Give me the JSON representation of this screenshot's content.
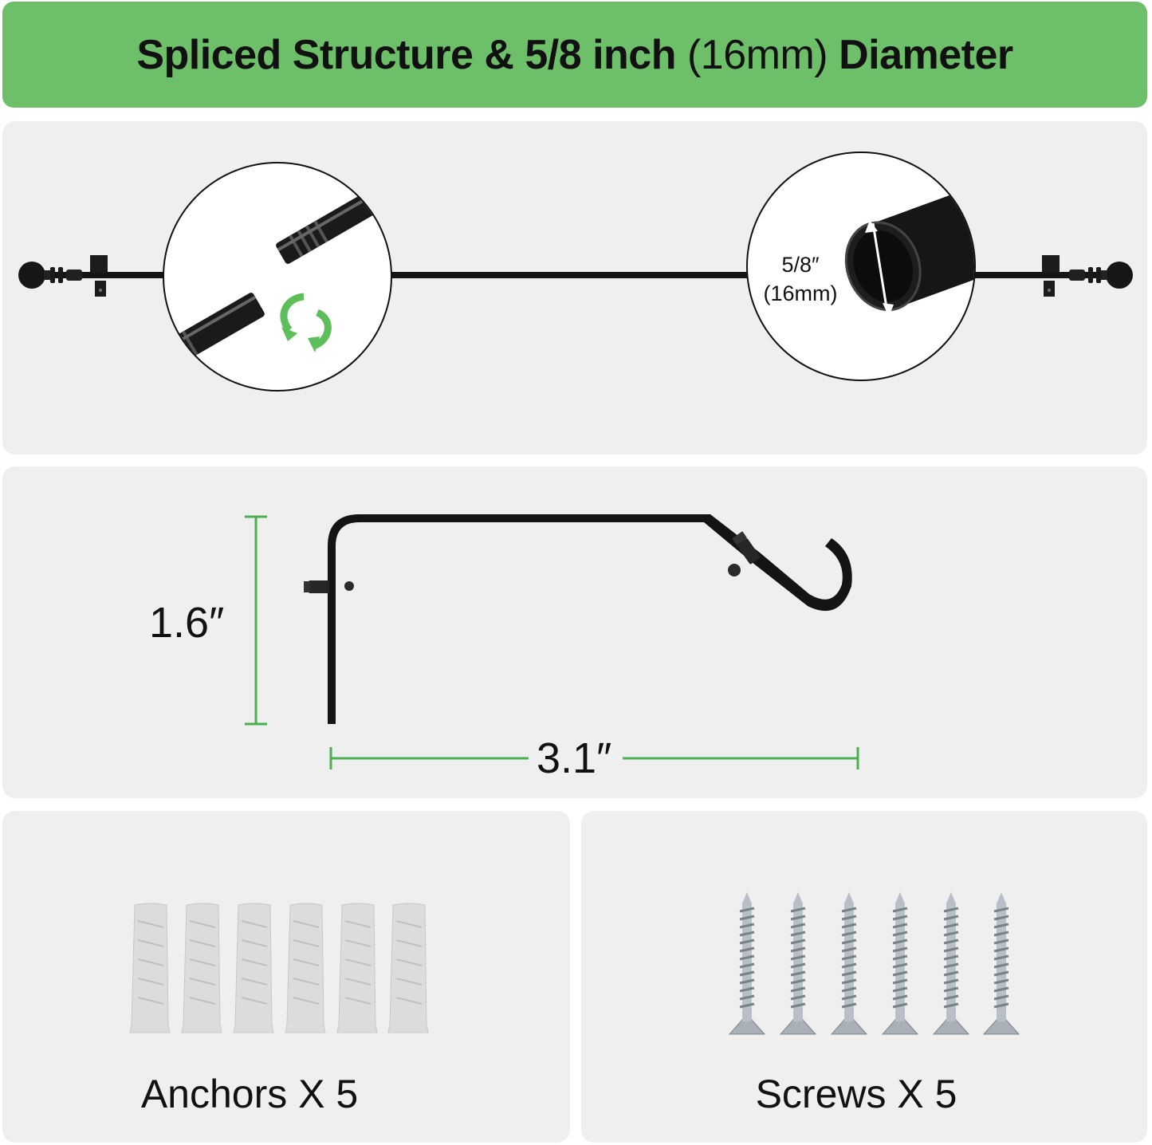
{
  "header": {
    "title_bold_1": "Spliced Structure & 5/8 inch",
    "title_regular": "(16mm)",
    "title_bold_2": "Diameter",
    "background_color": "#6ebf6a"
  },
  "rod_panel": {
    "diameter_fraction": "5/8″",
    "diameter_metric": "(16mm)",
    "splice_icon": "rotate-arrows-icon"
  },
  "bracket_panel": {
    "height_label": "1.6″",
    "width_label": "3.1″",
    "dimension_color": "#4caf50"
  },
  "anchors_panel": {
    "caption": "Anchors X 5"
  },
  "screws_panel": {
    "caption": "Screws X 5"
  }
}
